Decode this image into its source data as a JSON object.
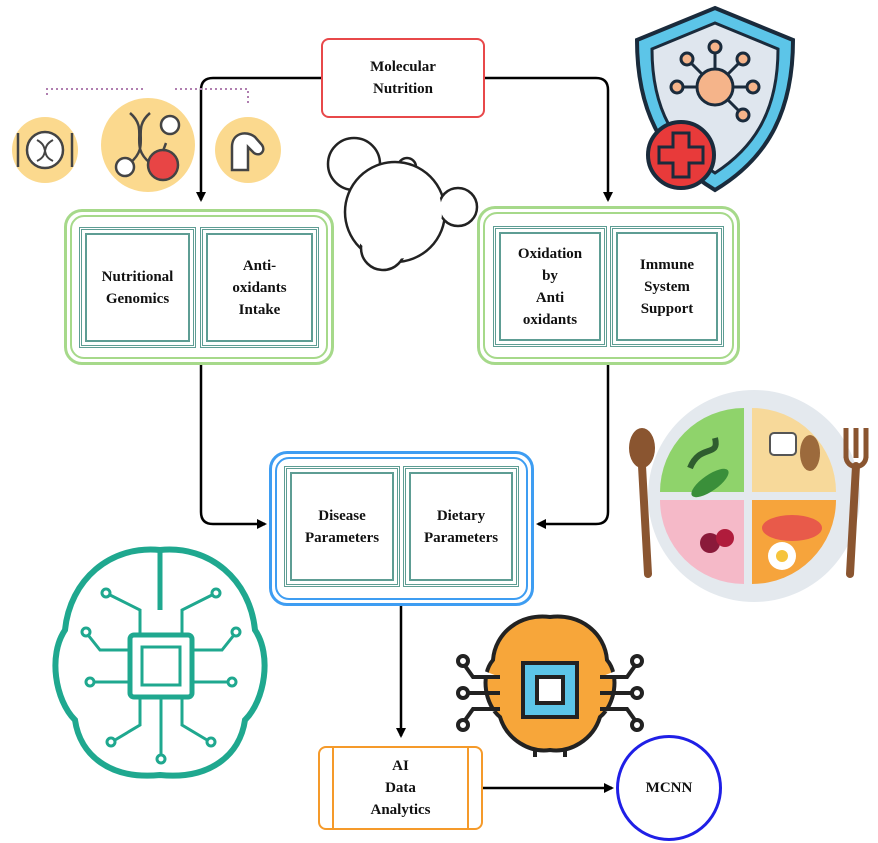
{
  "nodes": {
    "molecular_nutrition": "Molecular\nNutrition",
    "nutritional_genomics": "Nutritional\nGenomics",
    "antioxidants_intake": "Anti-\noxidants\nIntake",
    "oxidation_by_antioxidants": "Oxidation\nby\nAnti\noxidants",
    "immune_system_support": "Immune\nSystem\nSupport",
    "disease_parameters": "Disease\nParameters",
    "dietary_parameters": "Dietary\nParameters",
    "ai_data_analytics": "AI\nData\nAnalytics",
    "mcnn": "MCNN"
  },
  "icons": {
    "top_left": "nutrition-genomics-icons",
    "top_center": "molecule-icon",
    "top_right": "immune-shield-icon",
    "right_middle": "food-plate-icon",
    "left_bottom": "ai-brain-circuit-icon",
    "center_bottom": "ai-brain-chip-icon"
  },
  "colors": {
    "red_box": "#e8484a",
    "green_box": "#a6d98a",
    "teal_cell": "#5e9d94",
    "blue_box": "#3e9df2",
    "orange_box": "#f59a2a",
    "mcnn_circle": "#1f1fe6"
  }
}
